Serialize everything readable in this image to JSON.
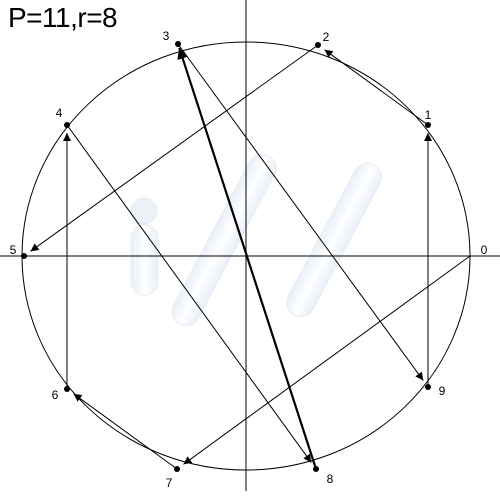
{
  "title": "P=11,r=8",
  "points": [
    {
      "label": "0"
    },
    {
      "label": "1"
    },
    {
      "label": "2"
    },
    {
      "label": "3"
    },
    {
      "label": "4"
    },
    {
      "label": "5"
    },
    {
      "label": "6"
    },
    {
      "label": "7"
    },
    {
      "label": "8"
    },
    {
      "label": "9"
    }
  ],
  "arrows": [
    {
      "from": "0",
      "to": "7"
    },
    {
      "from": "1",
      "to": "2"
    },
    {
      "from": "2",
      "to": "5"
    },
    {
      "from": "3",
      "to": "9"
    },
    {
      "from": "4",
      "to": "8"
    },
    {
      "from": "6",
      "to": "4"
    },
    {
      "from": "7",
      "to": "6"
    },
    {
      "from": "8",
      "to": "3",
      "emphasis": true
    },
    {
      "from": "9",
      "to": "1"
    }
  ]
}
